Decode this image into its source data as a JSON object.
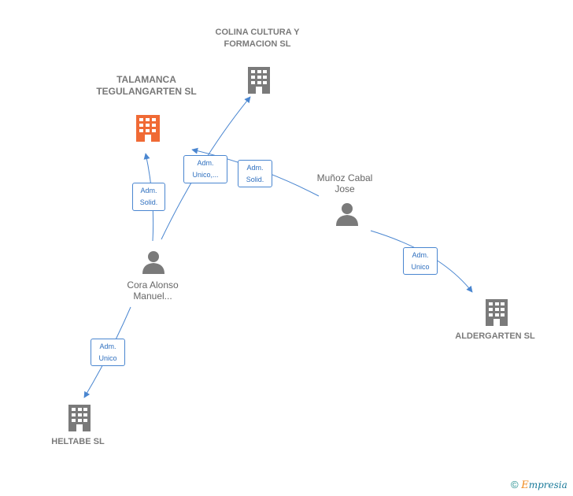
{
  "colors": {
    "edge": "#4a86d0",
    "company_icon": "#7a7a7a",
    "company_icon_main": "#f06a35",
    "person_icon": "#7a7a7a"
  },
  "nodes": {
    "talamanca": {
      "label": "TALAMANCA TEGULANGARTEN SL",
      "icon": "building-icon"
    },
    "colina": {
      "label": "COLINA CULTURA Y FORMACION SL",
      "icon": "building-icon"
    },
    "aldergarten": {
      "label": "ALDERGARTEN SL",
      "icon": "building-icon"
    },
    "heltabe": {
      "label": "HELTABE SL",
      "icon": "building-icon"
    },
    "cora": {
      "label": "Cora Alonso Manuel...",
      "icon": "person-icon"
    },
    "munoz": {
      "label": "Muñoz Cabal Jose",
      "icon": "person-icon"
    }
  },
  "edges": {
    "cora_talamanca": {
      "line1": "Adm.",
      "line2": "Solid."
    },
    "cora_colina": {
      "line1": "Adm.",
      "line2": "Unico,..."
    },
    "munoz_talamanca": {
      "line1": "Adm.",
      "line2": "Solid."
    },
    "munoz_aldergarten": {
      "line1": "Adm.",
      "line2": "Unico"
    },
    "cora_heltabe": {
      "line1": "Adm.",
      "line2": "Unico"
    }
  },
  "watermark": {
    "symbol": "©",
    "brand_first": "E",
    "brand_rest": "mpresia"
  }
}
